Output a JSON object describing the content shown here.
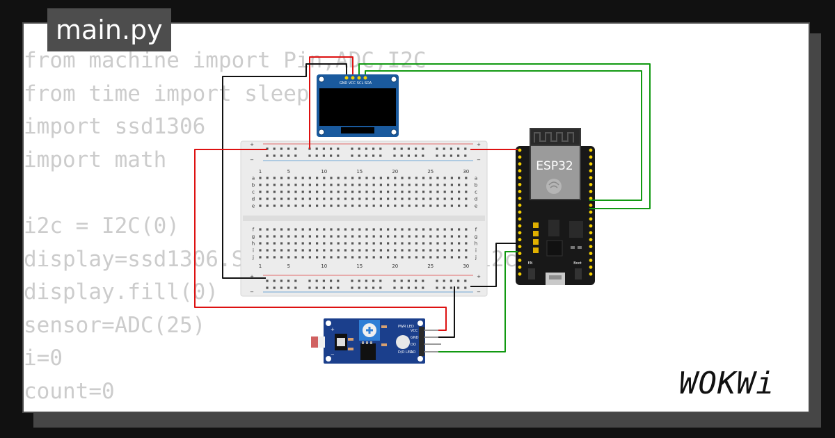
{
  "title": "main.py",
  "code_lines": [
    "from machine import Pin,ADC,I2C",
    "from time import sleep",
    "import ssd1306",
    "import math",
    "",
    "i2c = I2C(0)",
    "display=ssd1306.SSD1306_I2C(128,64,i2c)",
    "display.fill(0)",
    "sensor=ADC(25)",
    "i=0",
    "count=0"
  ],
  "brand": "WOKWi",
  "board_label": "ESP32",
  "oled_pins": "GND VCC SCL SDA",
  "breadboard_numbers": [
    "1",
    "5",
    "10",
    "15",
    "20",
    "25",
    "30"
  ],
  "breadboard_rows_top": [
    "a",
    "b",
    "c",
    "d",
    "e"
  ],
  "breadboard_rows_bottom": [
    "f",
    "g",
    "h",
    "i",
    "j"
  ],
  "sensor_labels": {
    "pwr_led": "PWR LED",
    "do_led": "D/O LED",
    "pins": [
      "VCC",
      "GND",
      "DO",
      "AO"
    ]
  },
  "board_button_labels": [
    "EN",
    "Boot"
  ],
  "colors": {
    "background": "#111111",
    "card": "#ffffff",
    "title_bg": "#4d4d4d",
    "code_text": "#cccccc",
    "wire_red": "#dd1111",
    "wire_green": "#119911",
    "wire_black": "#111111",
    "oled_pcb": "#1a5a9e",
    "sensor_pcb": "#1b3f8c"
  }
}
